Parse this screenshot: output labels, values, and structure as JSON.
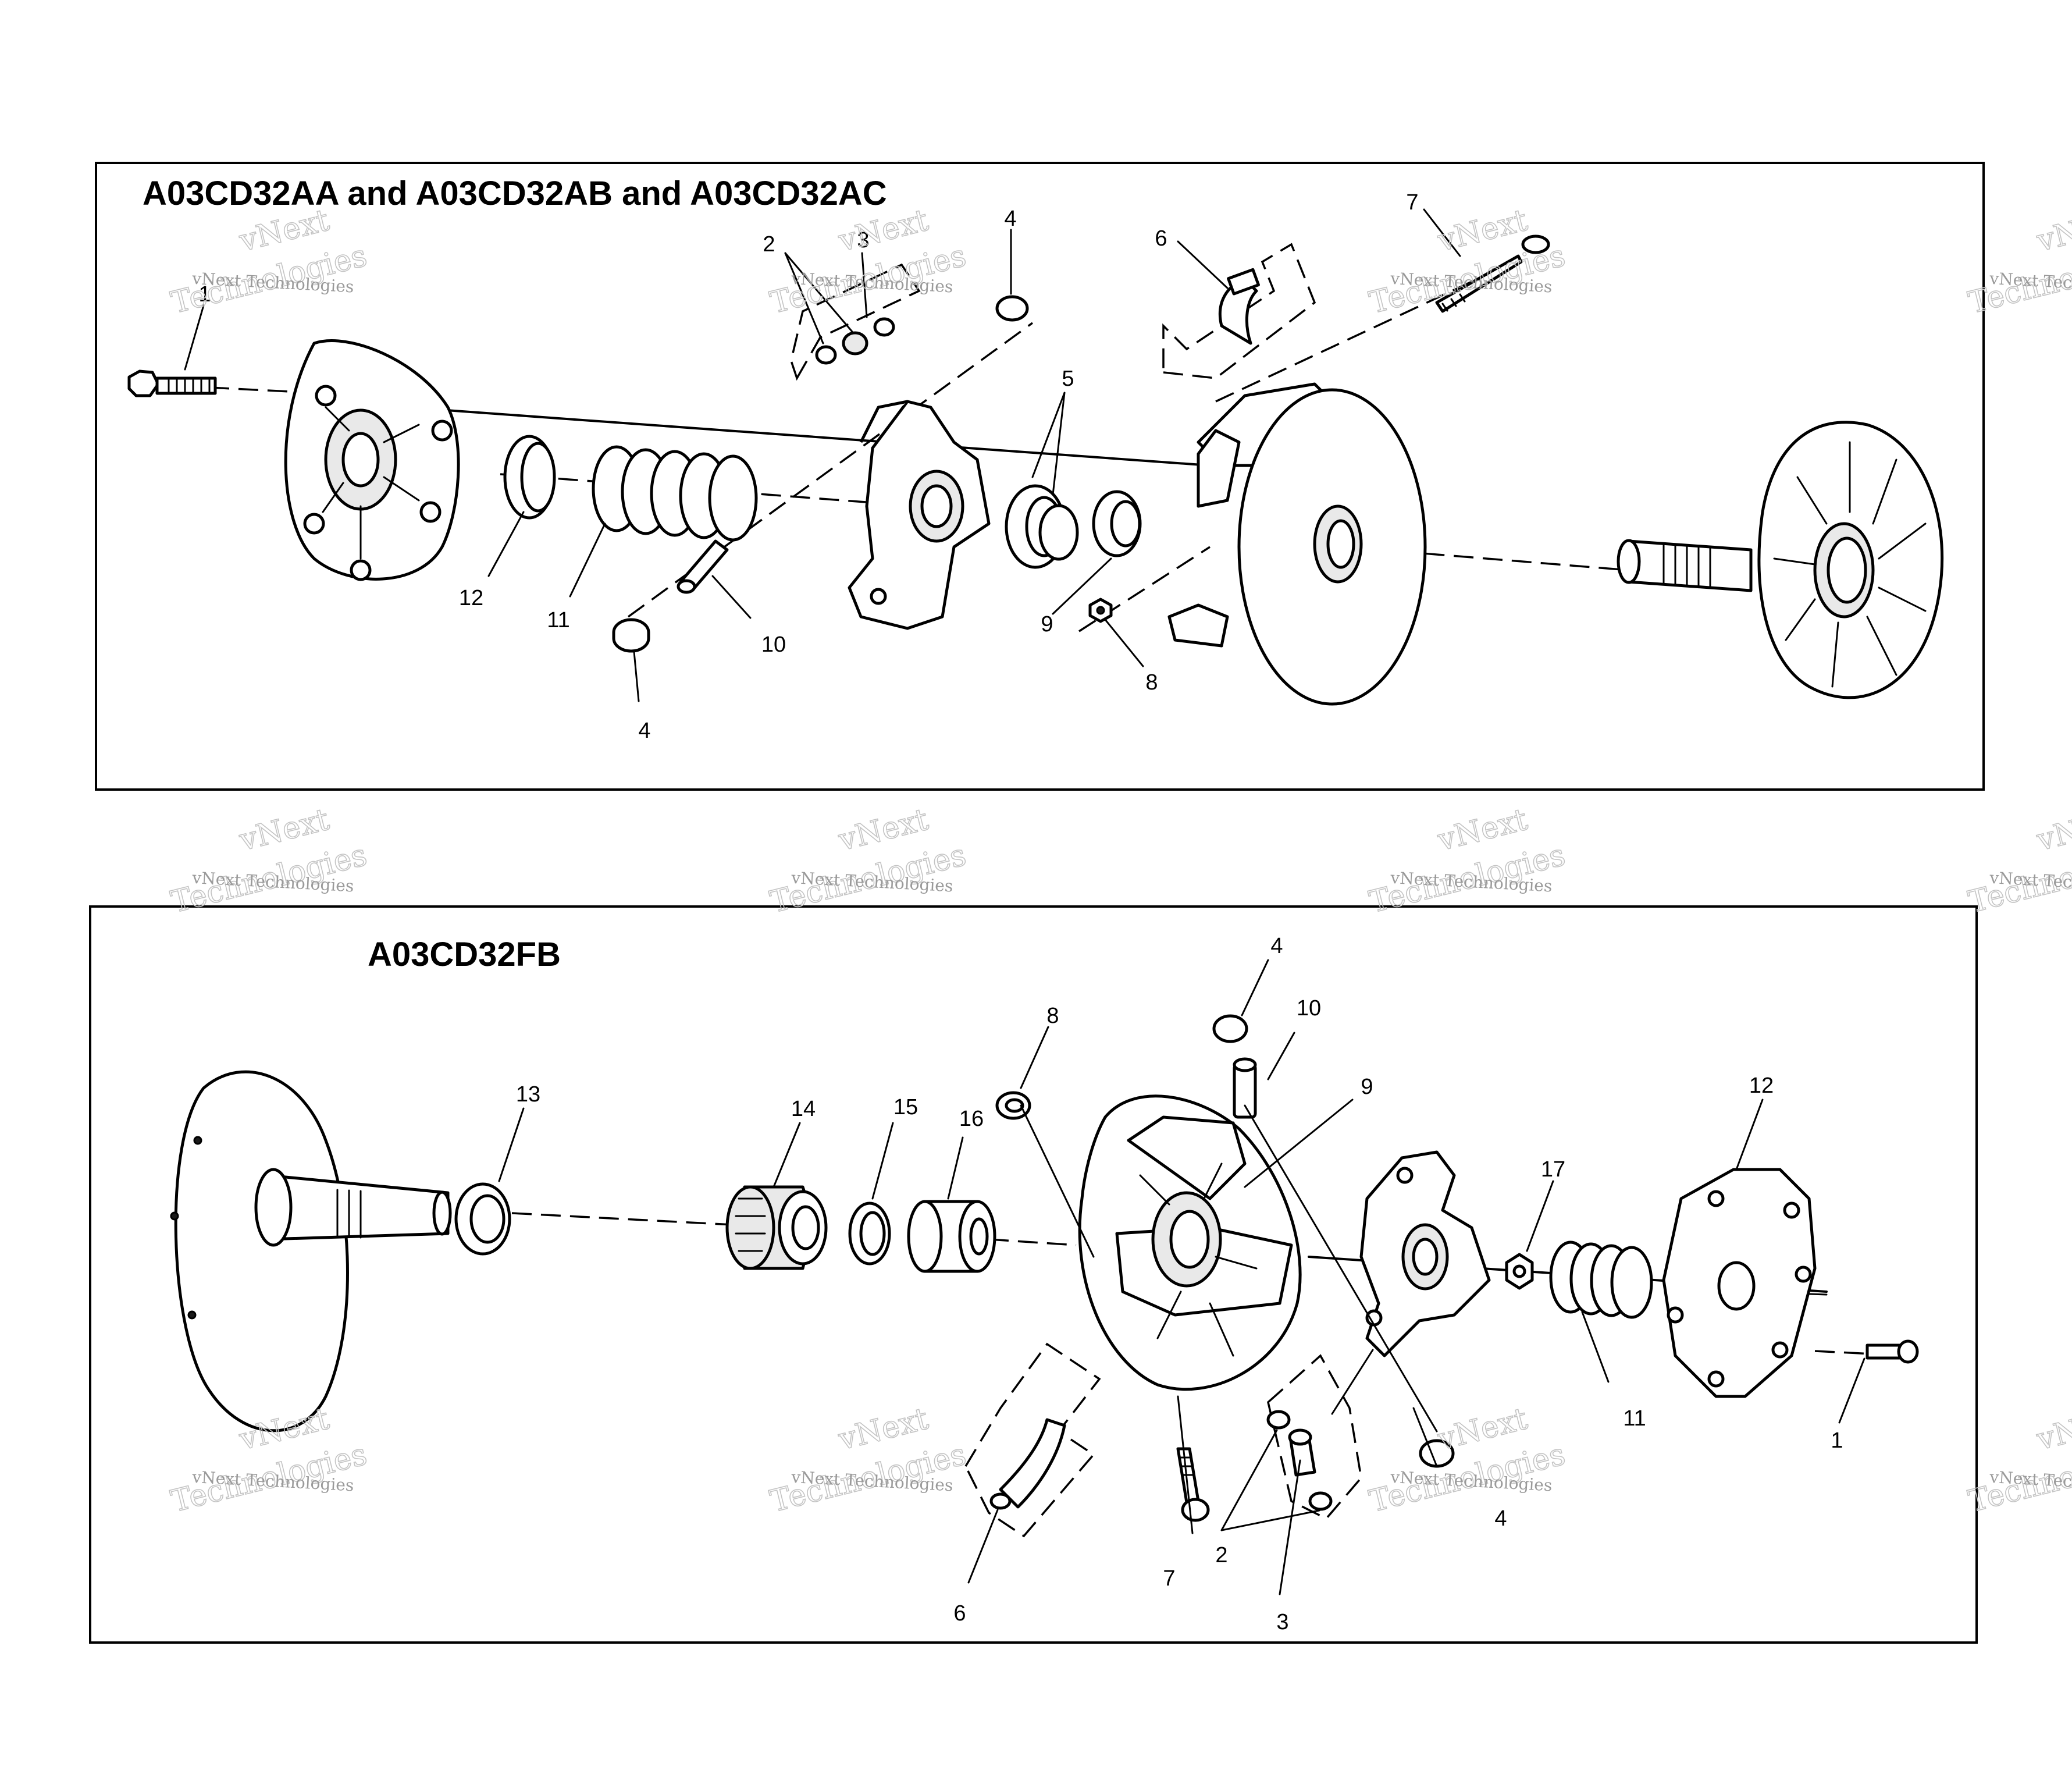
{
  "panels": [
    {
      "title": "A03CD32AA and A03CD32AB and A03CD32AC",
      "callouts": [
        "1",
        "2",
        "3",
        "4",
        "6",
        "7",
        "5",
        "12",
        "11",
        "10",
        "9",
        "8",
        "4"
      ]
    },
    {
      "title": "A03CD32FB",
      "callouts": [
        "4",
        "10",
        "8",
        "9",
        "13",
        "14",
        "15",
        "16",
        "17",
        "12",
        "11",
        "1",
        "7",
        "2",
        "4",
        "6",
        "3"
      ]
    }
  ],
  "watermark": {
    "line1": "vNext Technologies",
    "line2": "vNext",
    "line3": "Technologies"
  }
}
